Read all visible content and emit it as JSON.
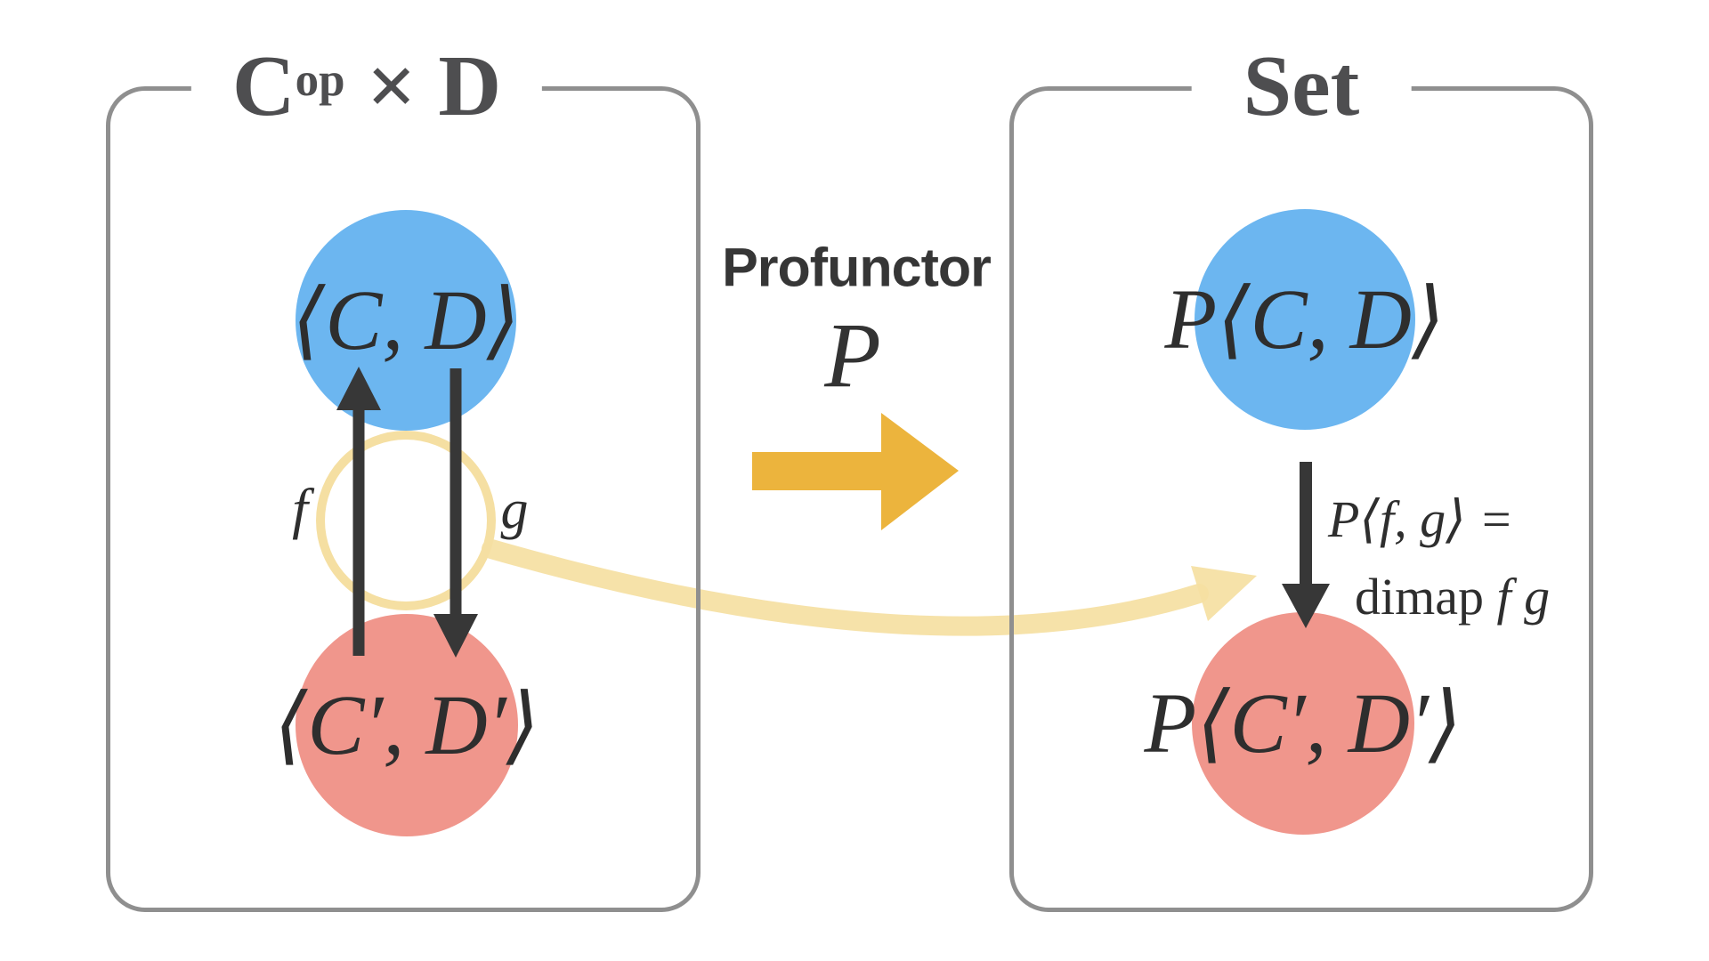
{
  "left_box": {
    "title_base": "C",
    "title_sup": "op",
    "title_rest": " × D",
    "top_object": "⟨C, D⟩",
    "bottom_object": "⟨C′, D′⟩",
    "f_label": "f",
    "g_label": "g"
  },
  "middle": {
    "profunctor_label": "Profunctor",
    "profunctor_symbol": "P"
  },
  "right_box": {
    "title": "Set",
    "top_object": "P⟨C, D⟩",
    "bottom_object": "P⟨C′, D′⟩",
    "morphism_line1": "P⟨f, g⟩ =",
    "morphism_dimap": "dimap",
    "morphism_args": " f g"
  },
  "colors": {
    "object_blue": "#6cb6f0",
    "object_pink": "#f0968c",
    "gold_arrow": "#ecb43d",
    "pale_yellow_highlight": "#f5dfa2",
    "box_border_gray": "#8f8f8f",
    "title_gray": "#4e4e50",
    "dark_text": "#2e2e2e"
  }
}
